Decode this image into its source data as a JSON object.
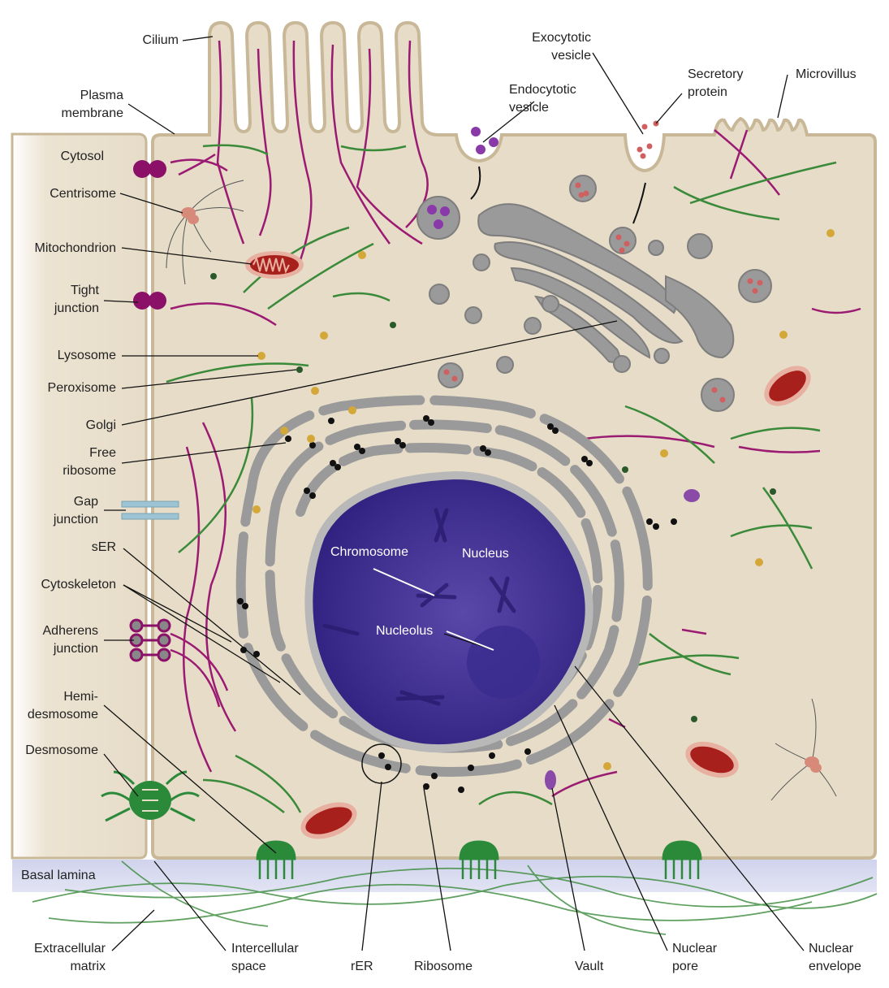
{
  "title": "Generalized animal cell diagram",
  "colors": {
    "cytosol": "#e6dcc8",
    "membrane": "#c8b898",
    "nucleus": "#3c2a8e",
    "er_golgi": "#9a9a9a",
    "microfilament": "#9b1a72",
    "microtubule": "#3a8a3a",
    "basal_lamina": "#d4d6ec",
    "mitochondrion": "#a8201c",
    "lysosome": "#d4a838",
    "ribosome": "#111111"
  },
  "labels": {
    "cilium": [
      "Cilium"
    ],
    "plasma_membrane": [
      "Plasma",
      "membrane"
    ],
    "cytosol": [
      "Cytosol"
    ],
    "centrisome": [
      "Centrisome"
    ],
    "mitochondrion": [
      "Mitochondrion"
    ],
    "tight_junction": [
      "Tight",
      "junction"
    ],
    "lysosome": [
      "Lysosome"
    ],
    "peroxisome": [
      "Peroxisome"
    ],
    "golgi": [
      "Golgi"
    ],
    "free_ribosome": [
      "Free",
      "ribosome"
    ],
    "gap_junction": [
      "Gap",
      "junction"
    ],
    "ser": [
      "sER"
    ],
    "cytoskeleton": [
      "Cytoskeleton"
    ],
    "adherens_junction": [
      "Adherens",
      "junction"
    ],
    "hemidesmosome": [
      "Hemi-",
      "desmosome"
    ],
    "desmosome": [
      "Desmosome"
    ],
    "basal_lamina": [
      "Basal lamina"
    ],
    "extracellular_matrix": [
      "Extracellular",
      "matrix"
    ],
    "intercellular_space": [
      "Intercellular",
      "space"
    ],
    "rer": [
      "rER"
    ],
    "ribosome": [
      "Ribosome"
    ],
    "vault": [
      "Vault"
    ],
    "nuclear_pore": [
      "Nuclear",
      "pore"
    ],
    "nuclear_envelope": [
      "Nuclear",
      "envelope"
    ],
    "exocytotic_vesicle": [
      "Exocytotic",
      "vesicle"
    ],
    "endocytotic_vesicle": [
      "Endocytotic",
      "vesicle"
    ],
    "secretory_protein": [
      "Secretory",
      "protein"
    ],
    "microvillus": [
      "Microvillus"
    ],
    "chromosome": [
      "Chromosome"
    ],
    "nucleus": [
      "Nucleus"
    ],
    "nucleolus": [
      "Nucleolus"
    ]
  }
}
